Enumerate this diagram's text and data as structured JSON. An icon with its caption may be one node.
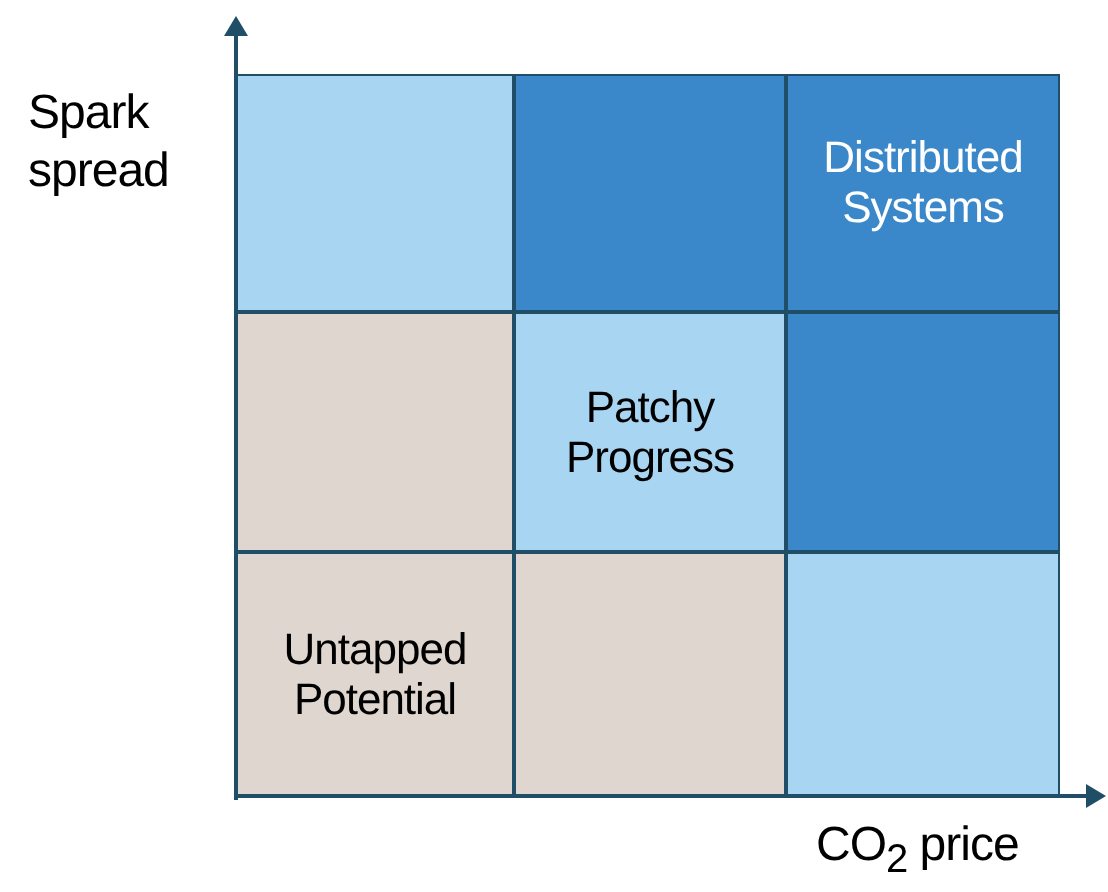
{
  "diagram": {
    "nodes": [
      {
        "text": [],
        "shape": "box"
      },
      {
        "text": [],
        "shape": "box"
      },
      {
        "text": [
          "Distributed Systems"
        ]
      },
      {
        "text": [],
        "shape": "box"
      },
      {
        "text": [
          "Patchy Progress"
        ]
      },
      {
        "text": [],
        "shape": "box"
      },
      {
        "text": [
          "Untapped Potential"
        ]
      },
      {
        "text": [],
        "shape": "box"
      },
      {
        "text": [],
        "shape": "box"
      }
    ],
    "edges": [],
    "labels": [
      "Spark spread",
      "CO$_{2}$ price"
    ]
  }
}
